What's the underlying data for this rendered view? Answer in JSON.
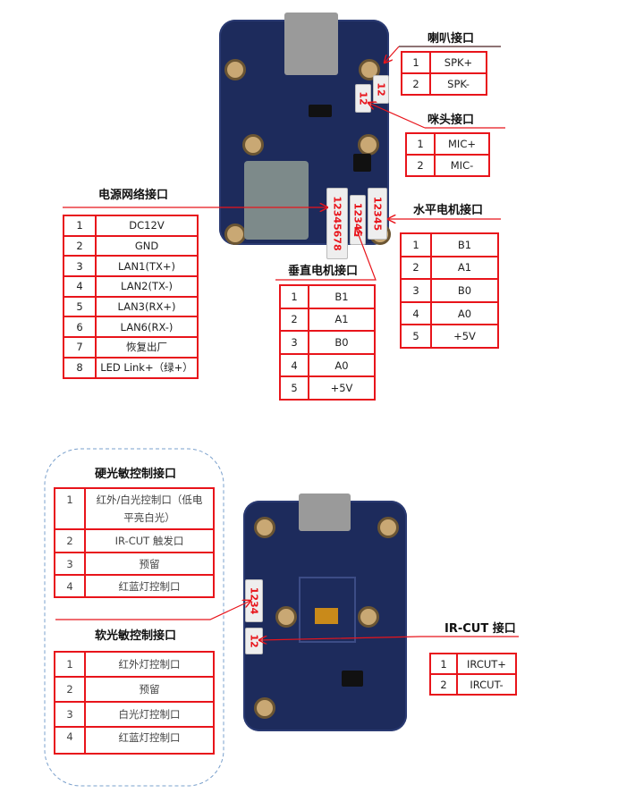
{
  "speaker": {
    "title": "喇叭接口",
    "rows": [
      [
        "1",
        "SPK+"
      ],
      [
        "2",
        "SPK-"
      ]
    ]
  },
  "mic": {
    "title": "咪头接口",
    "rows": [
      [
        "1",
        "MIC+"
      ],
      [
        "2",
        "MIC-"
      ]
    ]
  },
  "power": {
    "title": "电源网络接口",
    "rows": [
      [
        "1",
        "DC12V"
      ],
      [
        "2",
        "GND"
      ],
      [
        "3",
        "LAN1(TX+)"
      ],
      [
        "4",
        "LAN2(TX-)"
      ],
      [
        "5",
        "LAN3(RX+)"
      ],
      [
        "6",
        "LAN6(RX-)"
      ],
      [
        "7",
        "恢复出厂"
      ],
      [
        "8",
        "LED Link+（绿+）"
      ]
    ]
  },
  "hmotor": {
    "title": "水平电机接口",
    "rows": [
      [
        "1",
        "B1"
      ],
      [
        "2",
        "A1"
      ],
      [
        "3",
        "B0"
      ],
      [
        "4",
        "A0"
      ],
      [
        "5",
        "+5V"
      ]
    ]
  },
  "vmotor": {
    "title": "垂直电机接口",
    "rows": [
      [
        "1",
        "B1"
      ],
      [
        "2",
        "A1"
      ],
      [
        "3",
        "B0"
      ],
      [
        "4",
        "A0"
      ],
      [
        "5",
        "+5V"
      ]
    ]
  },
  "hard": {
    "title": "硬光敏控制接口",
    "rows": [
      [
        "1",
        "红外/白光控制口（低电平亮白光）"
      ],
      [
        "2",
        "IR-CUT 触发口"
      ],
      [
        "3",
        "预留"
      ],
      [
        "4",
        "红蓝灯控制口"
      ]
    ]
  },
  "soft": {
    "title": "软光敏控制接口",
    "rows": [
      [
        "1",
        "红外灯控制口"
      ],
      [
        "2",
        "预留"
      ],
      [
        "3",
        "白光灯控制口"
      ],
      [
        "4",
        "红蓝灯控制口"
      ]
    ]
  },
  "ircut": {
    "title": "IR-CUT 接口",
    "rows": [
      [
        "1",
        "IRCUT+"
      ],
      [
        "2",
        "IRCUT-"
      ]
    ]
  },
  "connector_labels": {
    "speaker": "12",
    "mic": "12",
    "power": "12345678",
    "vmotor": "12345",
    "hmotor": "12345",
    "hard": "1234",
    "ircut": "12"
  },
  "colors": {
    "accent": "#e8141b",
    "pcb": "#1d2b5c"
  }
}
